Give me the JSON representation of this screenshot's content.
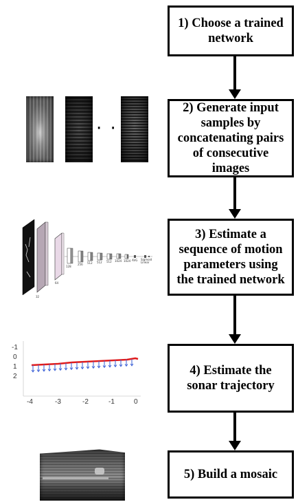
{
  "steps": [
    {
      "label": "1) Choose a trained network"
    },
    {
      "label": "2) Generate input samples by concatenating pairs of consecutive images"
    },
    {
      "label": "3) Estimate a sequence of motion parameters using the trained network"
    },
    {
      "label": "4) Estimate the sonar trajectory"
    },
    {
      "label": "5) Build a mosaic"
    }
  ],
  "samples": {
    "ellipsis": "· · ·"
  },
  "network": {
    "layer_labels": [
      "32",
      "64",
      "128",
      "256",
      "512",
      "512",
      "512",
      "1024",
      "1024",
      "AVG",
      "Sigmoid",
      "Linear"
    ]
  },
  "trajectory_plot": {
    "x_ticks": [
      "-4",
      "-3",
      "-2",
      "-1",
      "0"
    ],
    "y_ticks": [
      "-1",
      "0",
      "1",
      "2"
    ],
    "trajectory_color": "#e11b1b",
    "arrow_color": "#3a5fd6"
  },
  "colors": {
    "box_border": "#000000",
    "arrow": "#000000",
    "text": "#000000"
  }
}
